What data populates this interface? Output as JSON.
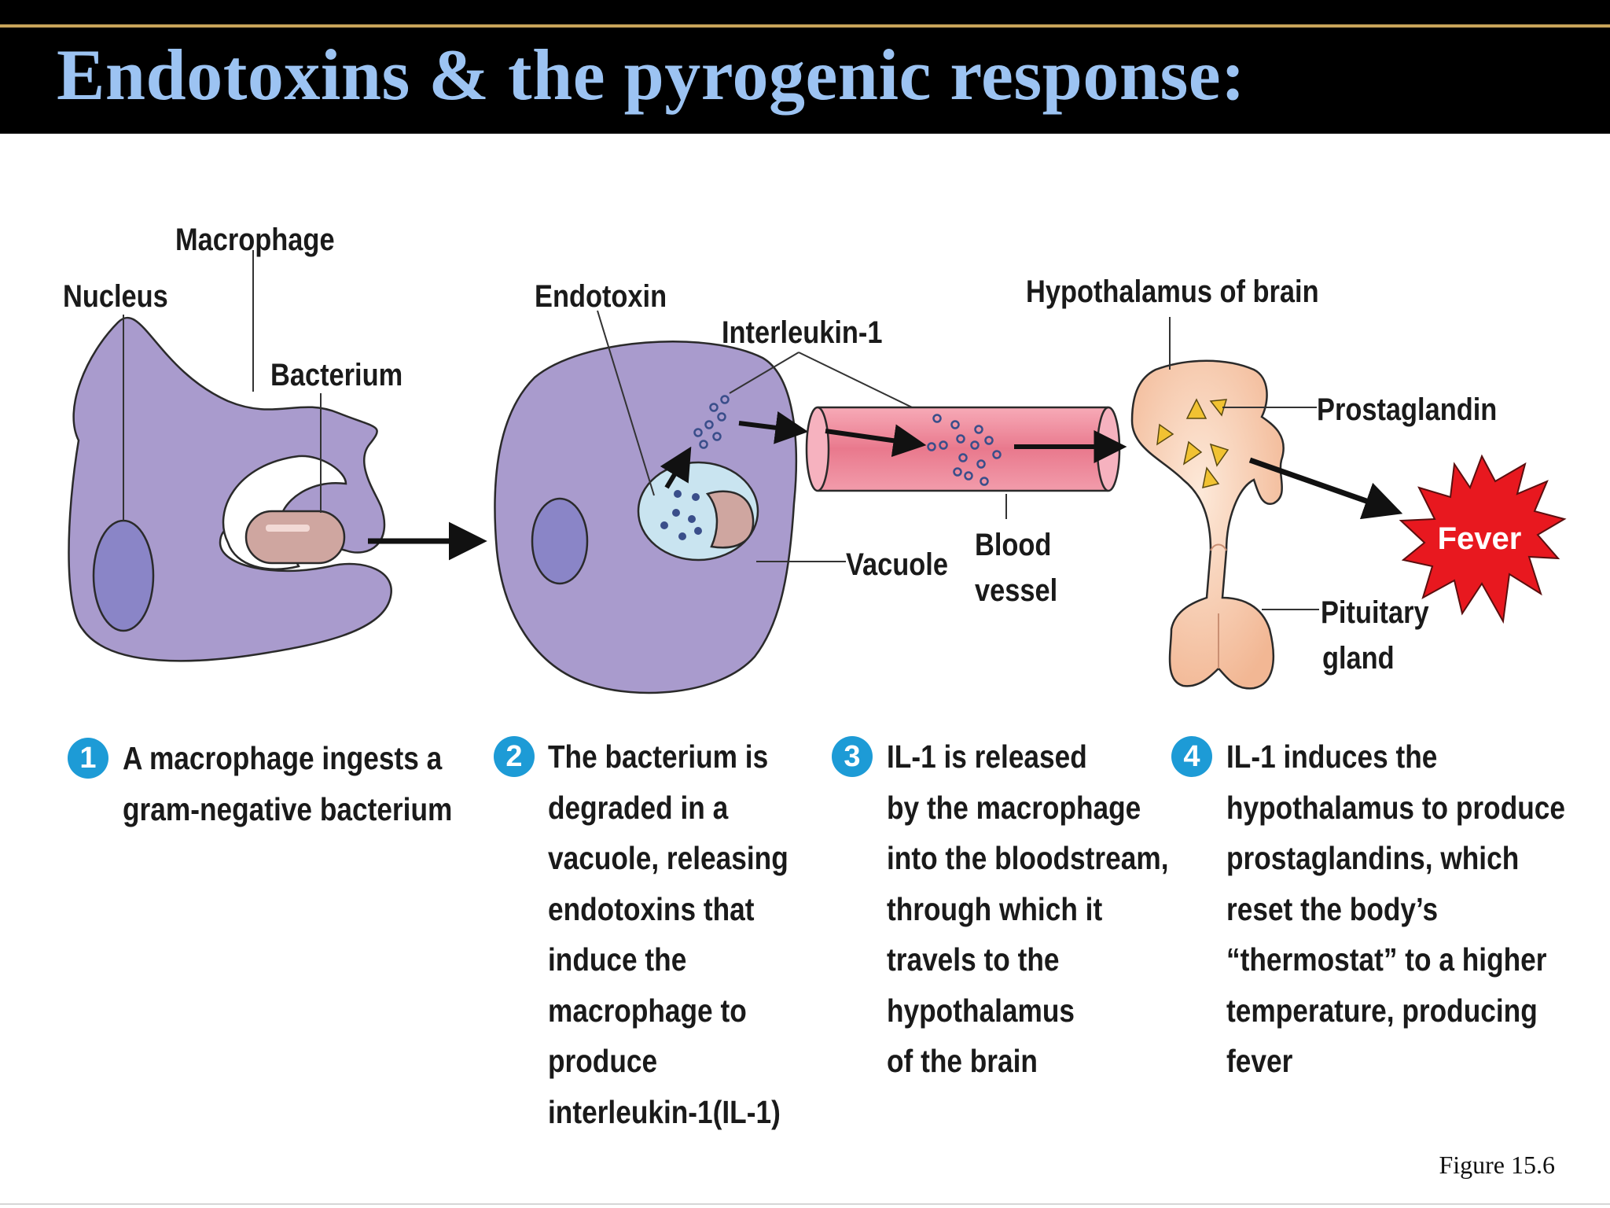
{
  "slide": {
    "title": "Endotoxins & the pyrogenic response:",
    "caption": "Figure 15.6"
  },
  "labels": {
    "macrophage": "Macrophage",
    "nucleus": "Nucleus",
    "bacterium": "Bacterium",
    "endotoxin": "Endotoxin",
    "interleukin": "Interleukin-1",
    "vacuole": "Vacuole",
    "blood_vessel_1": "Blood",
    "blood_vessel_2": "vessel",
    "hypothalamus": "Hypothalamus of brain",
    "prostaglandin": "Prostaglandin",
    "pituitary_1": "Pituitary",
    "pituitary_2": "gland",
    "fever": "Fever"
  },
  "steps": [
    {
      "number": "1",
      "lines": [
        "A macrophage ingests a",
        "gram-negative bacterium"
      ]
    },
    {
      "number": "2",
      "lines": [
        "The bacterium is",
        "degraded in a",
        "vacuole, releasing",
        "endotoxins that",
        "induce the",
        "macrophage to",
        "produce",
        "interleukin-1(IL-1)"
      ]
    },
    {
      "number": "3",
      "lines": [
        "IL-1 is released",
        "by the macrophage",
        "into the bloodstream,",
        "through which it",
        "travels to the",
        "hypothalamus",
        "of the brain"
      ]
    },
    {
      "number": "4",
      "lines": [
        "IL-1 induces the",
        "hypothalamus to produce",
        "prostaglandins, which",
        "reset the body’s",
        "“thermostat” to a higher",
        "temperature, producing",
        "fever"
      ]
    }
  ],
  "colors": {
    "title": "#9cc3f2",
    "cell": "#a99bcd",
    "badge": "#1d9bd6",
    "fever": "#e8181f",
    "vessel": "#e77a8e"
  }
}
